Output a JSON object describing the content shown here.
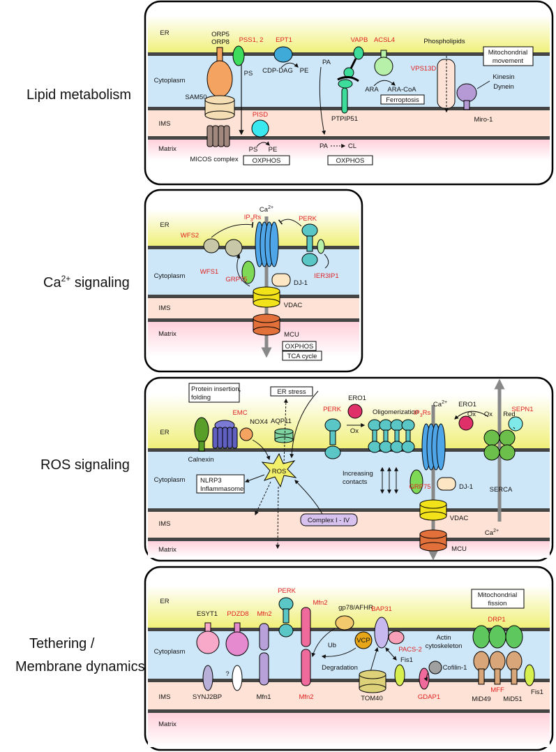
{
  "zones": {
    "er": "ER",
    "cyto": "Cytoplasm",
    "ims": "IMS",
    "matrix": "Matrix"
  },
  "panels": [
    {
      "title": "Lipid metabolism"
    },
    {
      "title_main": "Ca",
      "title_sup": "2+",
      "title_rest": " signaling"
    },
    {
      "title": "ROS signaling"
    },
    {
      "title_line1": "Tethering /",
      "title_line2": "Membrane dynamics"
    }
  ],
  "lipid": {
    "orp5": "ORP5",
    "orp8": "ORP8",
    "pss": "PSS1, 2",
    "ept1": "EPT1",
    "vapb": "VAPB",
    "acsl4": "ACSL4",
    "phospholipids": "Phospholipids",
    "mito_move_1": "Mitochondrial",
    "mito_move_2": "movement",
    "ps1": "PS",
    "cdp_dag": "CDP-DAG",
    "pe1": "PE",
    "pa1": "PA",
    "vps13d": "VPS13D",
    "kinesin": "Kinesin",
    "dynein": "Dynein",
    "ara": "ARA",
    "ara_coa": "ARA-CoA",
    "ferroptosis": "Ferroptosis",
    "sam50": "SAM50",
    "ptpip51": "PTPIP51",
    "miro1": "Miro-1",
    "pisd": "PISD",
    "ps2": "PS",
    "pe2": "PE",
    "pa2": "PA",
    "cl": "CL",
    "micos": "MICOS complex",
    "oxphos1": "OXPHOS",
    "oxphos2": "OXPHOS"
  },
  "ca": {
    "ca_main": "Ca",
    "ca_sup": "2+",
    "ip3_pre": "IP",
    "ip3_sub": "3",
    "ip3_post": "Rs",
    "perk": "PERK",
    "wfs2": "WFS2",
    "wfs1": "WFS1",
    "grp75": "GRP75",
    "dj1": "DJ-1",
    "ier3ip1": "IER3IP1",
    "vdac": "VDAC",
    "mcu": "MCU",
    "oxphos": "OXPHOS",
    "tca": "TCA cycle"
  },
  "ros": {
    "pi_1": "Protein insertion,",
    "pi_2": "folding",
    "emc": "EMC",
    "er_stress": "ER stress",
    "aqp11": "AQP11",
    "nox4": "NOX4",
    "calnexin": "Calnexin",
    "ero1a": "ERO1",
    "perk": "PERK",
    "ox1": "Ox",
    "oligo": "Oligomerization",
    "ip3_pre": "IP",
    "ip3_sub": "3",
    "ip3_post": "Rs",
    "ca_main": "Ca",
    "ca_sup": "2+",
    "ero1b": "ERO1",
    "ox2": "Ox",
    "ox3": "Ox",
    "red": "Red",
    "sepn1": "SEPN1",
    "nlrp3_1": "NLRP3",
    "nlrp3_2": "Inflammasome",
    "ros": "ROS",
    "inc_1": "Increasing",
    "inc_2": "contacts",
    "grp75": "GRP75",
    "dj1": "DJ-1",
    "serca": "SERCA",
    "ca2_main": "Ca",
    "ca2_sup": "2+",
    "complex": "Complex I - IV",
    "vdac": "VDAC",
    "mcu": "MCU"
  },
  "teth": {
    "mito_fission_1": "Mitochondrial",
    "mito_fission_2": "fission",
    "esyt1": "ESYT1",
    "pdzd8": "PDZD8",
    "mfn2a": "Mfn2",
    "perk": "PERK",
    "mfn2b": "Mfn2",
    "gp78": "gp78/AFHR",
    "bap31": "BAP31",
    "drp1": "DRP1",
    "ub": "Ub",
    "vcp": "VCP",
    "pacs2": "PACS-2",
    "actin_1": "Actin",
    "actin_2": "cytoskeleton",
    "degradation": "Degradation",
    "fis1a": "Fis1",
    "cofilin": "Cofilin-1",
    "q": "?",
    "synj2bp": "SYNJ2BP",
    "mfn1": "Mfn1",
    "mfn2c": "Mfn2",
    "tom40": "TOM40",
    "gdap1": "GDAP1",
    "mff": "MFF",
    "mid49": "MiD49",
    "mid51": "MiD51",
    "fis1b": "Fis1"
  }
}
